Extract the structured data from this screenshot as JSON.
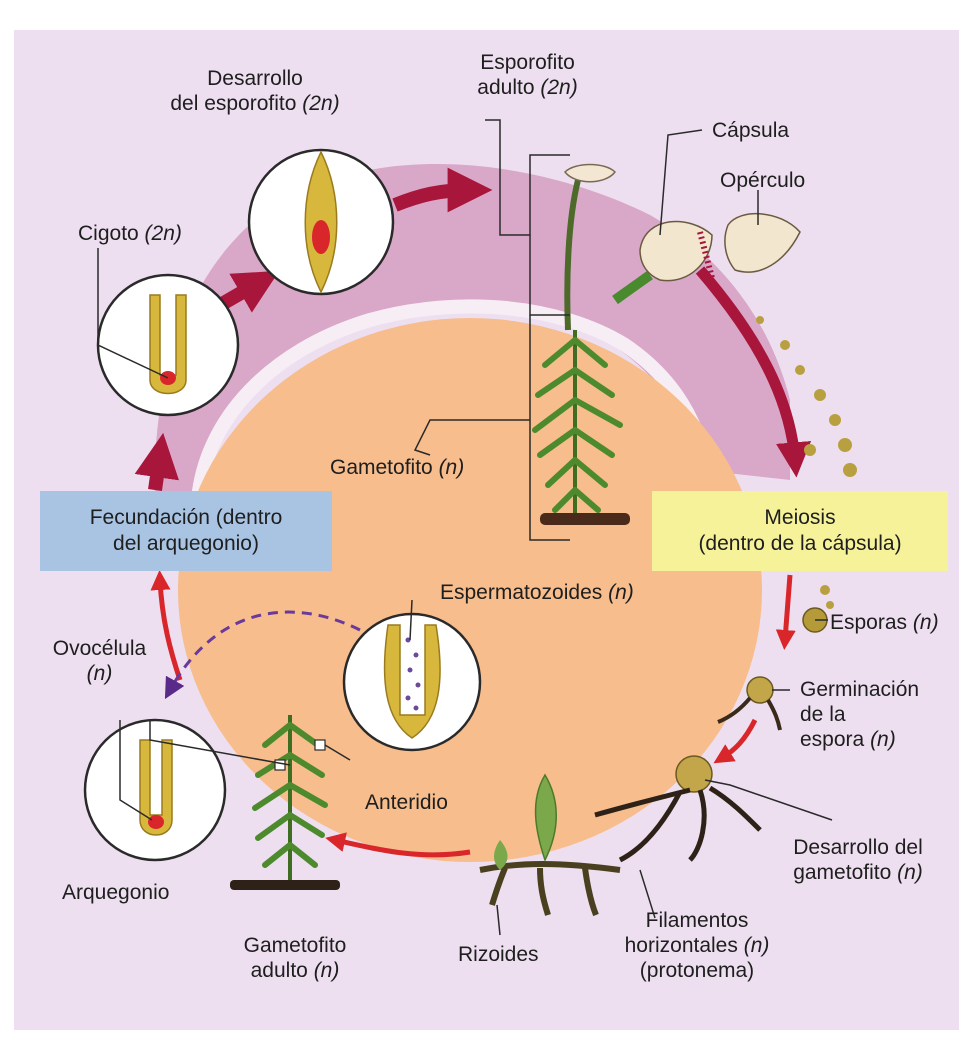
{
  "colors": {
    "background": "#eddff0",
    "sporophyte_arc": "#d9a8c8",
    "gametophyte_disc": "#f7bd8c",
    "arrow_dark": "#a8163b",
    "arrow_red": "#d8262a",
    "fertilization_box": "#a9c4e3",
    "meiosis_box": "#f6f29a",
    "plant_green": "#4d8a2e",
    "cell_yellow": "#d8b83c"
  },
  "labels": {
    "desarrollo_esporofito_1": "Desarrollo",
    "desarrollo_esporofito_2": "del esporofito",
    "esporofito_adulto_1": "Esporofito",
    "esporofito_adulto_2": "adulto",
    "ploidy_2n": "(2n)",
    "ploidy_n": "(n)",
    "capsula": "Cápsula",
    "operculo": "Opérculo",
    "cigoto": "Cigoto",
    "gametofito": "Gametofito",
    "fecundacion_1": "Fecundación (dentro",
    "fecundacion_2": "del arquegonio)",
    "meiosis_1": "Meiosis",
    "meiosis_2": "(dentro de la cápsula)",
    "espermatozoides": "Espermatozoides",
    "esporas": "Esporas",
    "ovocelula": "Ovocélula",
    "germinacion_1": "Germinación",
    "germinacion_2": "de la",
    "germinacion_3": "espora",
    "anteridio": "Anteridio",
    "desarrollo_gametofito_1": "Desarrollo del",
    "desarrollo_gametofito_2": "gametofito",
    "arquegonio": "Arquegonio",
    "filamentos_1": "Filamentos",
    "filamentos_2": "horizontales",
    "filamentos_3": "(protonema)",
    "gametofito_adulto_1": "Gametofito",
    "gametofito_adulto_2": "adulto",
    "rizoides": "Rizoides"
  },
  "icons": [
    "zygote-circle-icon",
    "embryo-circle-icon",
    "archegonium-circle-icon",
    "antheridium-circle-icon",
    "moss-plant-icon",
    "capsule-icon",
    "operculum-icon",
    "spore-icon",
    "protonema-icon"
  ]
}
